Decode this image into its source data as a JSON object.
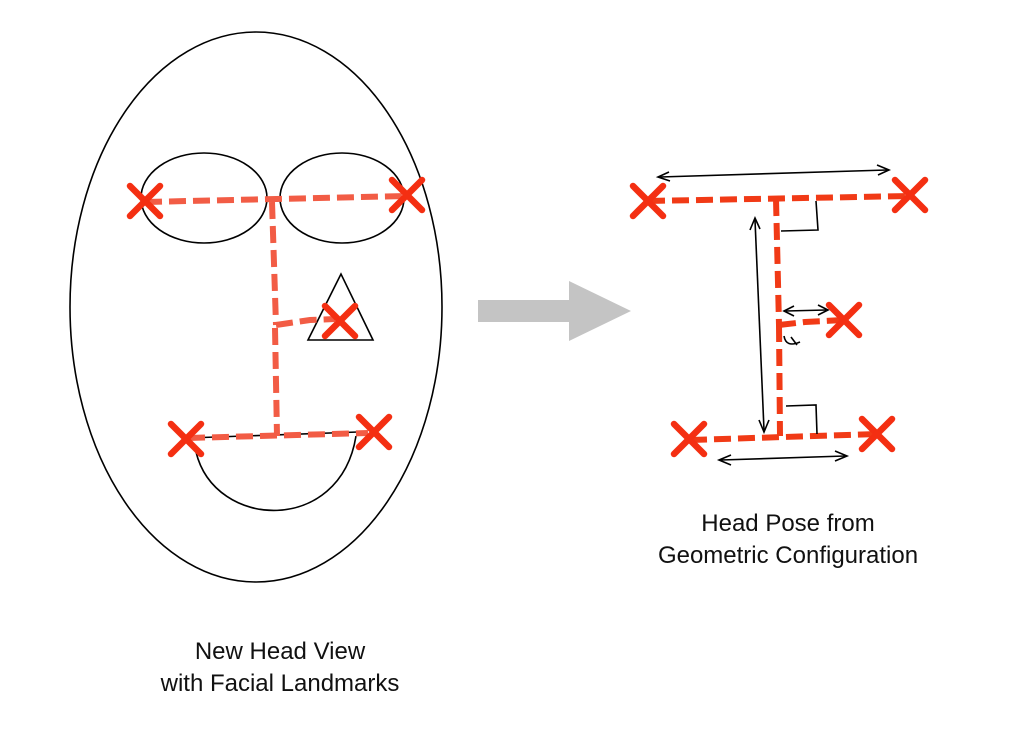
{
  "captions": {
    "left": {
      "line1": "New Head View",
      "line2": "with Facial Landmarks"
    },
    "right": {
      "line1": "Head Pose from",
      "line2": "Geometric Configuration"
    }
  },
  "colors": {
    "landmark": "#f42f12",
    "dashed_line": "#f25c45",
    "config_line": "#f13a16",
    "outline": "#000000",
    "arrow": "#c4c4c4"
  },
  "icons": {
    "landmark_marker": "x-mark-icon",
    "transition": "right-arrow-icon"
  }
}
